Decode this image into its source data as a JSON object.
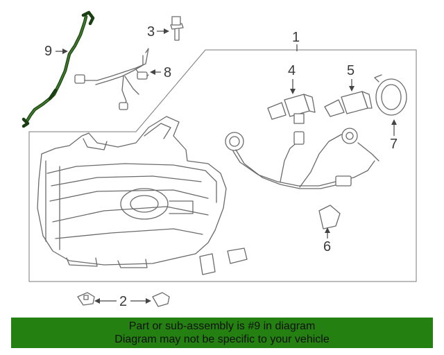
{
  "diagram": {
    "callouts": [
      "1",
      "2",
      "3",
      "4",
      "5",
      "6",
      "7",
      "8",
      "9"
    ],
    "highlighted_part": "9"
  },
  "banner": {
    "line1": "Part or sub-assembly is #9 in diagram",
    "line2": "Diagram may not be specific to your vehicle"
  },
  "colors": {
    "banner_bg": "#238011",
    "highlight": "#1a3f12",
    "linework": "#6a6a6a"
  }
}
